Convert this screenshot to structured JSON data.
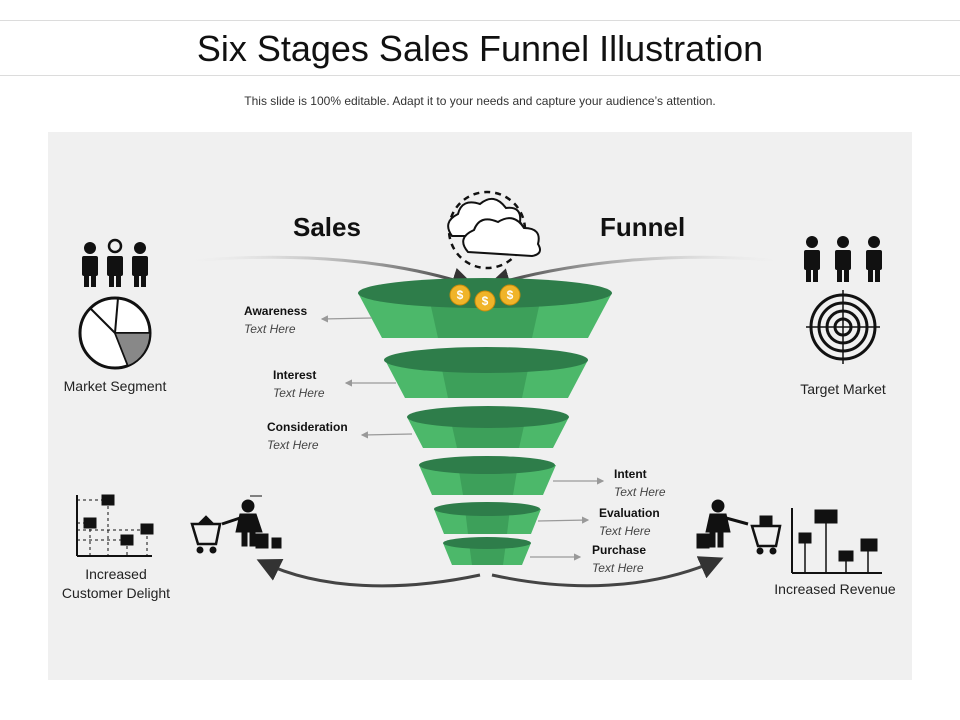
{
  "title": "Six Stages Sales Funnel Illustration",
  "subtitle": "This slide is 100% editable. Adapt  it to your needs and capture your audience’s attention.",
  "funnel_words": {
    "left": "Sales",
    "right": "Funnel"
  },
  "stages": [
    {
      "name": "Awareness",
      "placeholder": "Text Here"
    },
    {
      "name": "Interest",
      "placeholder": "Text Here"
    },
    {
      "name": "Consideration",
      "placeholder": "Text Here"
    },
    {
      "name": "Intent",
      "placeholder": "Text Here"
    },
    {
      "name": "Evaluation",
      "placeholder": "Text Here"
    },
    {
      "name": "Purchase",
      "placeholder": "Text Here"
    }
  ],
  "side_labels": {
    "market_segment": "Market Segment",
    "target_market": "Target Market",
    "customer_delight": "Increased\nCustomer Delight",
    "revenue": "Increased Revenue"
  },
  "icons": [
    "people-group-icon",
    "pie-chart-icon",
    "target-icon",
    "cloud-icon",
    "coin-icon",
    "shopping-cart-icon",
    "scatter-chart-icon"
  ],
  "colors": {
    "funnel_light": "#4cb86a",
    "funnel_dark": "#2e7d4a",
    "panel": "#f0f0f0"
  }
}
